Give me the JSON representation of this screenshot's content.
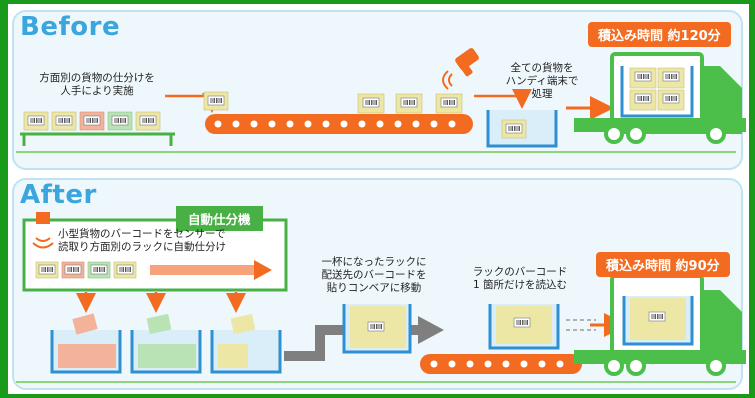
{
  "before": {
    "heading": "Before",
    "manual_note_line1": "方面別の貨物の仕分けを",
    "manual_note_line2": "人手により実施",
    "handy_note_line1": "全ての貨物を",
    "handy_note_line2": "ハンディ端末で",
    "handy_note_line3": "処理",
    "loading_time": "積込み時間 約120分"
  },
  "after": {
    "heading": "After",
    "sorter_label": "自動仕分機",
    "sensor_note_line1": "小型貨物のバーコードをセンサーで",
    "sensor_note_line2": "読取り方面別のラックに自動仕分け",
    "full_rack_note_line1": "一杯になったラックに",
    "full_rack_note_line2": "配送先のバーコードを",
    "full_rack_note_line3": "貼りコンベアに移動",
    "read_once_note_line1": "ラックのバーコード",
    "read_once_note_line2": "1 箇所だけを読込む",
    "loading_time": "積込み時間 約90分"
  },
  "colors": {
    "border_green": "#1a9a1a",
    "accent_blue": "#3aa6dd",
    "orange": "#f26b21",
    "green": "#49b046",
    "truck_green": "#4cbf4a",
    "rack_blue": "#2f8fd0",
    "box_beige": "#ede7a6",
    "box_pink": "#f3b39a",
    "box_mint": "#b9e3b5"
  }
}
